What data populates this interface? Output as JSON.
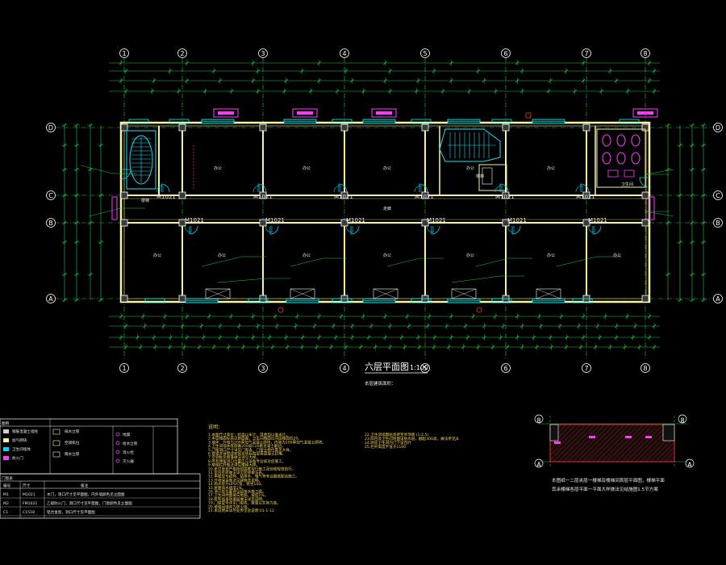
{
  "drawing": {
    "title": "六层平面图",
    "scale": "1:100",
    "subtitle": "本层建筑面积：",
    "detail_caption": [
      "本图纸一二层夹层一楼梯及楼梯间首层平面图，楼梯平面",
      "其余楼梯各层平面一平面大样做法见结施图1.5节方案"
    ],
    "axes_horizontal": [
      "1",
      "2",
      "3",
      "4",
      "5",
      "6",
      "7",
      "8"
    ],
    "axes_vertical": [
      "D",
      "C",
      "B",
      "A"
    ],
    "detail_axes": [
      "8",
      "8",
      "A",
      "A"
    ],
    "room_labels": [
      "办公",
      "办公",
      "办公",
      "办公",
      "楼梯",
      "办公",
      "卫生间",
      "办公",
      "办公",
      "办公",
      "办公",
      "办公",
      "办公",
      "办公",
      "楼梯",
      "走廊"
    ],
    "door_tags": [
      "M1021",
      "M1021",
      "M1021",
      "M1021",
      "M1021",
      "M1021",
      "M1021",
      "M1021",
      "M1021",
      "M1021",
      "M1021",
      "M1021",
      "M1021",
      "M1021",
      "M1021"
    ]
  },
  "legend": {
    "header": "图例",
    "items_left": [
      "钢筋混凝土墙柱",
      "加气砌块",
      "卫生间墙体",
      "防火门"
    ],
    "items_mid": [
      "排水立管",
      "空调机位",
      "雨水立管"
    ],
    "items_right": [
      "地漏",
      "给水立管",
      "消火栓",
      "灭火器"
    ],
    "sub_header": "门窗表",
    "table_head": [
      "编号",
      "尺寸",
      "备注"
    ],
    "table_rows": [
      [
        "M1",
        "M1021",
        "木门，洞口尺寸见平面图，内外墙颜色见立面图"
      ],
      [
        "M2",
        "FM1021",
        "乙级防火门，洞口尺寸见平面图，门窗颜色见立面图"
      ],
      [
        "C1",
        "C1518",
        "铝合金窗，洞口尺寸见平面图"
      ]
    ]
  },
  "notes": {
    "header": "说明：",
    "lines": [
      "1.本图尺寸单位：标高以米计，其余均以毫米计。",
      "2.本层楼面标高见剖面图，卫生间楼面比同层楼面低20。",
      "3.墙体：外墙为200厚加气混凝土砌块，内墙为200厚加气混凝土砌块。",
      "4.卫生间墙体底部做200高C20素混凝土翻边。",
      "5.门窗洞口尺寸详见门窗表，门窗立樘位置见大样。",
      "6.管道井待管线安装完毕后每层用混凝土封堵。",
      "7.空调板及雨篷做法详见大样。",
      "8.所有预留洞口位置应与设备专业核对后施工。",
      "9.楼梯栏杆做法详见楼梯大样。",
      "10.未尽事宜严格按照国家现行施工及验收规范执行。",
      "11.室内装修做法详见装修做法表。",
      "12.本图应与结构、给排水、电气等专业图纸配合施工。",
      "13.外墙保温做法见建施总说明。",
      "14.雨水管为UPVC管，管径100。",
      "15.屋面排水坡度2%。",
      "16.消火栓位置详见给排水施工图。",
      "17.卫生间地面坡向地漏，坡度1%。",
      "18.所有墙身防潮层做法详见说明。",
      "19.门窗型号详见门窗表，数量以实际为准。",
      "20.楼梯间墙体为防火墙。",
      "21.本说明未详尽处参见总说明 01-1-12"
    ],
    "right_lines": [
      "22.卫生间墙面贴瓷砖至吊顶底 (1:2.5)",
      "23.阳台及卫生间地面设防水层，翻起300高，做法参见J4.",
      "24.厨房卫生间内门下设百叶",
      "25.栏杆高度不低于1100"
    ]
  },
  "colors": {
    "background": "#000000",
    "axis_line": "#22c94a",
    "dimension": "#22c94a",
    "wall": "#f5f5a0",
    "wall_fill": "#2a2616",
    "column": "#ffffff",
    "door": "#00d7ff",
    "window": "#00ffff",
    "annotation": "#ff3bff",
    "red_mark": "#ff2d2d",
    "stair": "#1ee0ff",
    "note_text": "#f2d25a"
  }
}
